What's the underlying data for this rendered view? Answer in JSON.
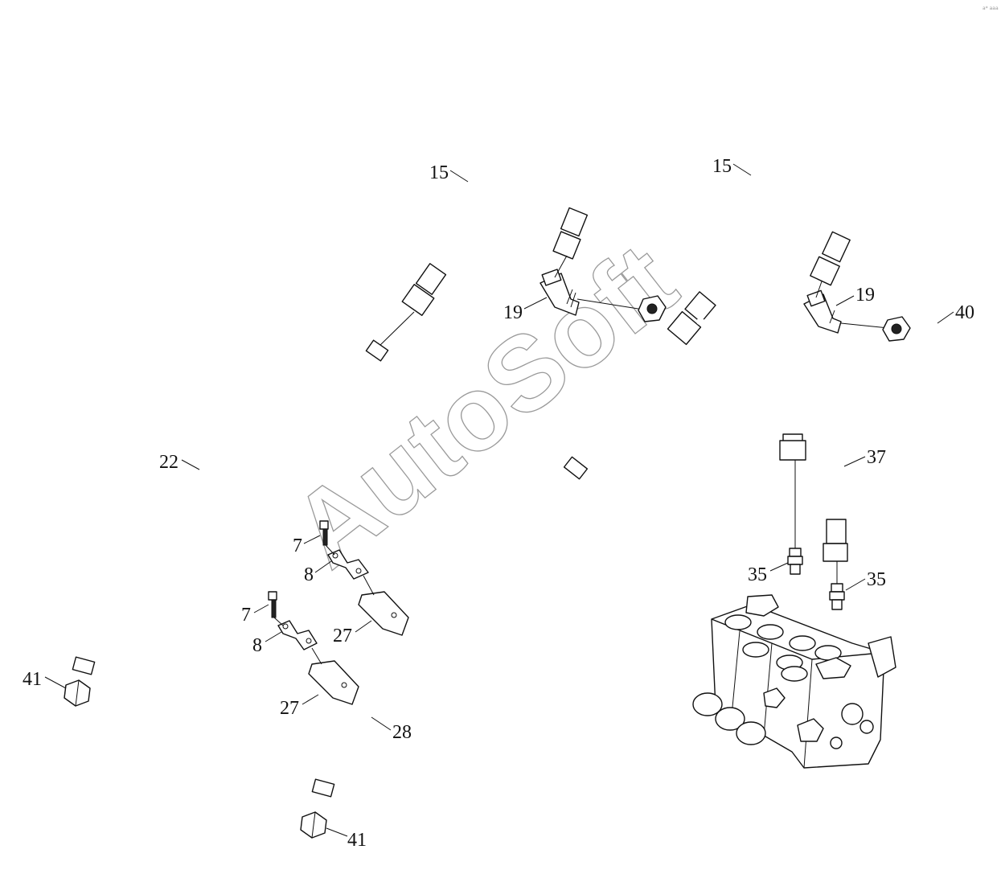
{
  "watermark": {
    "text": "AutoSoft",
    "corner_mark": "a* aaa"
  },
  "callouts": {
    "hose_left_top": "15",
    "hose_right_top": "15",
    "elbow_left": "19",
    "elbow_right": "19",
    "adapter_40": "40",
    "pipe_22": "22",
    "hose_37": "37",
    "bolt_upper": "7",
    "clamp_upper": "8",
    "block_upper": "27",
    "bolt_lower": "7",
    "clamp_lower": "8",
    "block_lower": "27",
    "fitting_35_left": "35",
    "fitting_35_right": "35",
    "pipe_28": "28",
    "nut_41_left": "41",
    "nut_41_bottom": "41"
  }
}
